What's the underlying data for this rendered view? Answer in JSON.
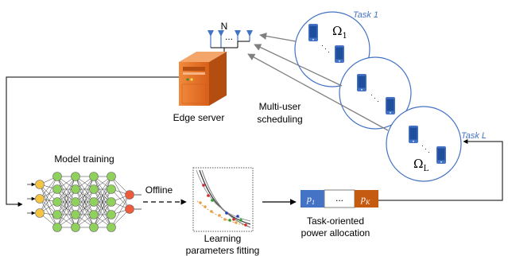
{
  "edge": {
    "label": "Edge server",
    "antenna_count": "N",
    "antenna_dots": "..."
  },
  "scheduling": {
    "line1": "Multi-user",
    "line2": "scheduling"
  },
  "tasks": [
    {
      "label": "Task 1",
      "omega": "Ω",
      "sub": "1"
    },
    {
      "label": "Task L",
      "omega": "Ω",
      "sub": "L"
    }
  ],
  "training": {
    "label": "Model training"
  },
  "offline": {
    "label": "Offline"
  },
  "fitting": {
    "line1": "Learning",
    "line2": "parameters fitting"
  },
  "power": {
    "cell1": "p",
    "cell1_sub": "1",
    "cell_mid": "...",
    "cellk": "p",
    "cellk_sub": "K",
    "line1": "Task-oriented",
    "line2": "power allocation"
  },
  "colors": {
    "task_circle": "#4472c4",
    "phone": "#4472c4",
    "server": "#e97a2e",
    "input_node": "#f5c542",
    "hidden_node": "#8fd15a",
    "output_node": "#ee5a3a",
    "cell_blue": "#4472c4",
    "cell_orange": "#c55a11"
  }
}
